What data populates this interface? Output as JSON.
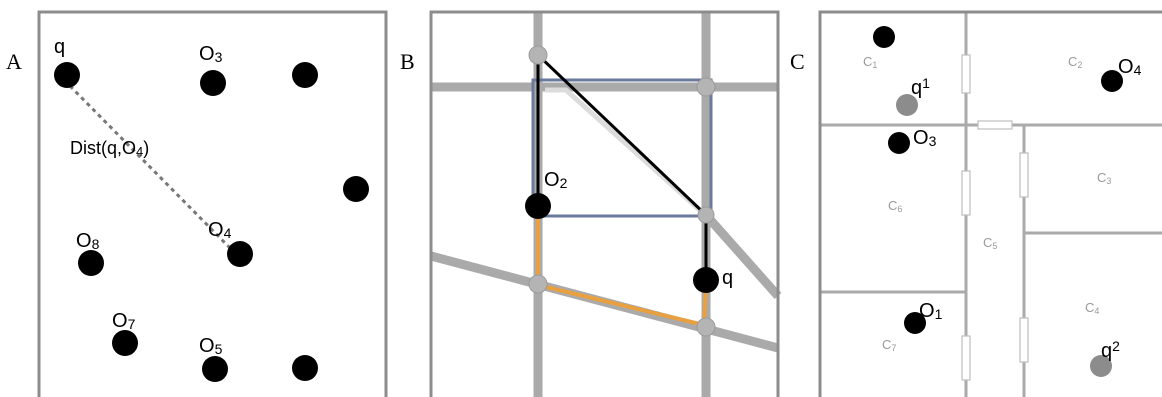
{
  "panels": {
    "a": {
      "letter": "A",
      "query_label": "q",
      "distance_label_main": "Dist(q,O",
      "distance_label_sub": "4",
      "distance_label_end": ")",
      "objects": [
        {
          "main": "O",
          "sub": "3"
        },
        {
          "main": "O",
          "sub": "4"
        },
        {
          "main": "O",
          "sub": "8"
        },
        {
          "main": "O",
          "sub": "7"
        },
        {
          "main": "O",
          "sub": "5"
        }
      ]
    },
    "b": {
      "letter": "B",
      "object_main": "O",
      "object_sub": "2",
      "query_label": "q",
      "colors": {
        "road": "#aaaaaa",
        "box": "#6a7a9c",
        "shortest_path": "#000000",
        "alt_path": "#e8a040",
        "node": "#b4b4b4"
      }
    },
    "c": {
      "letter": "C",
      "cells": [
        {
          "main": "C",
          "sub": "1"
        },
        {
          "main": "C",
          "sub": "2"
        },
        {
          "main": "C",
          "sub": "3"
        },
        {
          "main": "C",
          "sub": "4"
        },
        {
          "main": "C",
          "sub": "5"
        },
        {
          "main": "C",
          "sub": "6"
        },
        {
          "main": "C",
          "sub": "7"
        }
      ],
      "objects": [
        {
          "main": "O",
          "sub": "4"
        },
        {
          "main": "O",
          "sub": "3"
        },
        {
          "main": "O",
          "sub": "1"
        }
      ],
      "queries": [
        {
          "main": "q",
          "sub": "1"
        },
        {
          "main": "q",
          "sub": "2"
        }
      ]
    }
  }
}
